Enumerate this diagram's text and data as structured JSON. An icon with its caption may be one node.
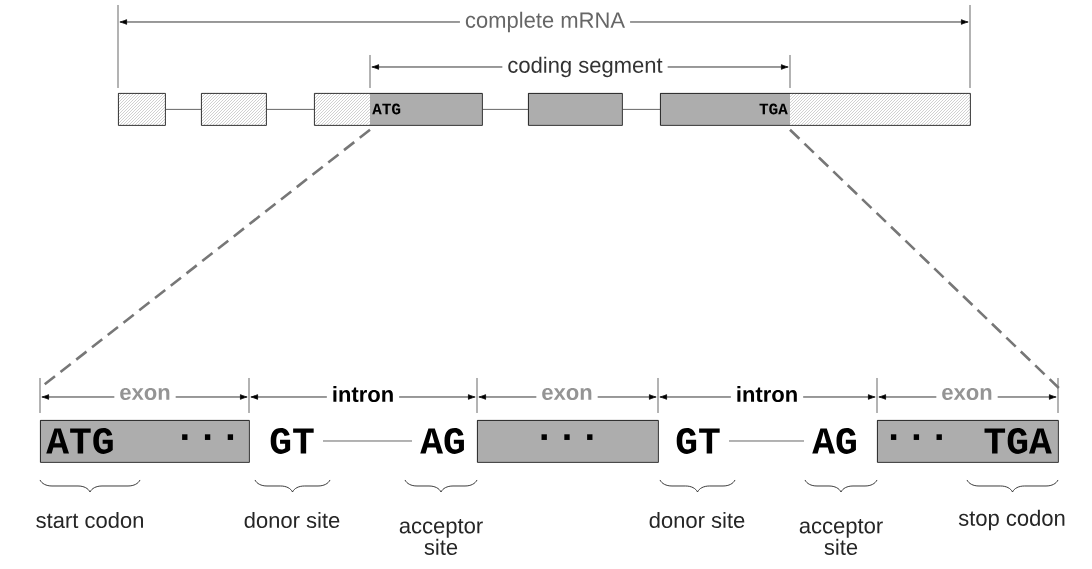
{
  "diagram": {
    "nodes": [
      {
        "text": [],
        "shape": "box"
      },
      {
        "text": [],
        "shape": "box"
      },
      {
        "text": [
          "ATG"
        ]
      },
      {
        "text": [],
        "shape": "box"
      },
      {
        "text": [
          "TGA"
        ]
      },
      {
        "text": [
          "ATG",
          "···"
        ]
      },
      {
        "text": [
          "GT"
        ]
      },
      {
        "text": [
          "AG"
        ]
      },
      {
        "text": [
          "···"
        ]
      },
      {
        "text": [
          "GT"
        ]
      },
      {
        "text": [
          "AG"
        ]
      },
      {
        "text": [
          "···",
          "TGA"
        ]
      }
    ],
    "edges": [
      {
        "from": 0,
        "to": 1,
        "arrow": "none"
      },
      {
        "from": 1,
        "to": 2,
        "arrow": "none"
      },
      {
        "from": 2,
        "to": 3,
        "arrow": "none"
      },
      {
        "from": 3,
        "to": 4,
        "arrow": "none"
      },
      {
        "from": 6,
        "to": 7,
        "arrow": "none"
      },
      {
        "from": 9,
        "to": 10,
        "arrow": "none"
      },
      {
        "from": 2,
        "to": 5,
        "arrow": "none",
        "style": "dashed",
        "color": "#777777"
      },
      {
        "from": 4,
        "to": 11,
        "arrow": "none",
        "style": "dashed",
        "color": "#777777"
      }
    ],
    "labels": [
      "complete mRNA",
      "coding segment",
      "exon",
      "intron",
      "exon",
      "intron",
      "exon",
      "start codon",
      "donor site",
      "acceptor site",
      "donor site",
      "acceptor site",
      "stop codon"
    ]
  }
}
